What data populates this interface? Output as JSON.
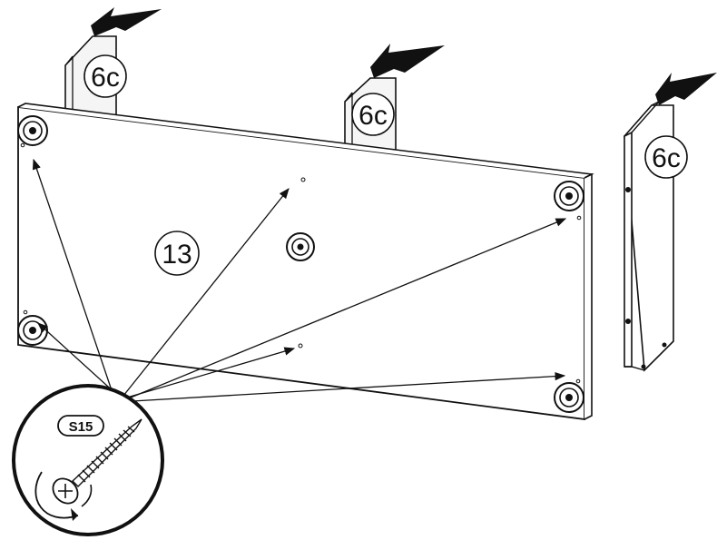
{
  "labels": {
    "leg_left": "6c",
    "leg_middle": "6c",
    "leg_right": "6c",
    "panel": "13",
    "screw": "S15"
  },
  "screw_arrow_count": 6,
  "colors": {
    "line": "#111111",
    "fill": "#ffffff",
    "arrow_fill": "#111111",
    "leg_fill": "#f3f3f3"
  }
}
